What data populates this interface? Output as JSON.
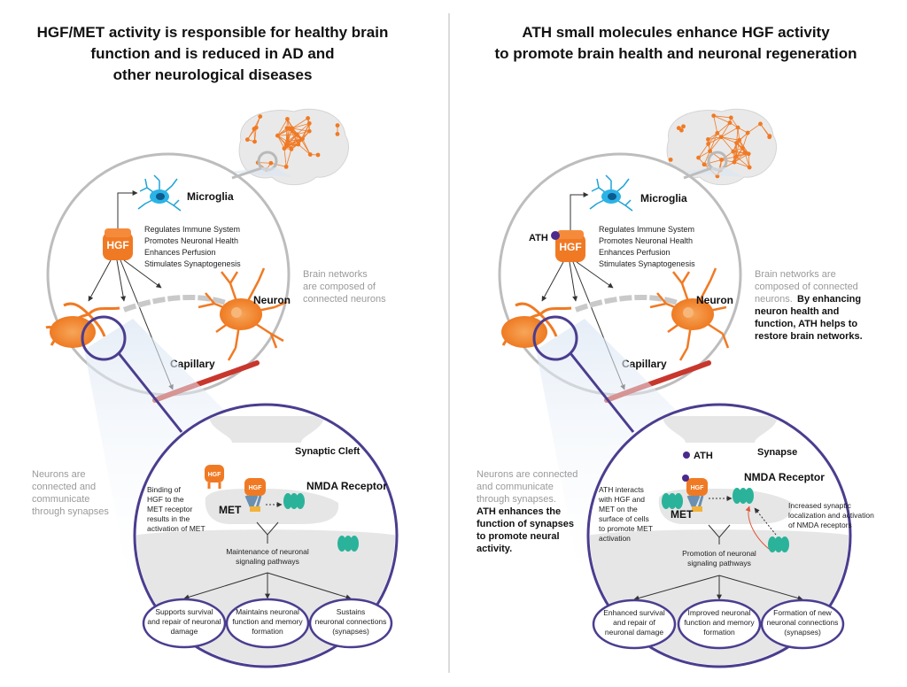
{
  "left": {
    "title": "HGF/MET activity is responsible for healthy brain function and is reduced in AD and other neurological diseases",
    "microglia": "Microglia",
    "hgf": "HGF",
    "functions": [
      "Regulates Immune System",
      "Promotes Neuronal Health",
      "Enhances Perfusion",
      "Stimulates Synaptogenesis"
    ],
    "neuron": "Neuron",
    "capillary": "Capillary",
    "brain_networks": [
      "Brain networks",
      "are composed of",
      "connected neurons"
    ],
    "neurons_connected": [
      "Neurons are",
      "connected and",
      "communicate",
      "through synapses"
    ],
    "synaptic_cleft": "Synaptic Cleft",
    "nmda": "NMDA Receptor",
    "met": "MET",
    "hgf_small": "HGF",
    "binding": [
      "Binding of",
      "HGF to the",
      "MET receptor",
      "results in the",
      "activation of MET"
    ],
    "maintenance": [
      "Maintenance of neuronal",
      "signaling pathways"
    ],
    "outcomes": [
      [
        "Supports survival",
        "and repair of neuronal",
        "damage"
      ],
      [
        "Maintains neuronal",
        "function and memory",
        "formation"
      ],
      [
        "Sustains",
        "neuronal connections",
        "(synapses)"
      ]
    ]
  },
  "right": {
    "title": "ATH small molecules enhance HGF activity to promote brain health and neuronal regeneration",
    "microglia": "Microglia",
    "ath": "ATH",
    "hgf": "HGF",
    "functions": [
      "Regulates Immune System",
      "Promotes Neuronal Health",
      "Enhances Perfusion",
      "Stimulates Synaptogenesis"
    ],
    "neuron": "Neuron",
    "capillary": "Capillary",
    "brain_networks_gray": [
      "Brain networks are",
      "composed of connected",
      "neurons."
    ],
    "brain_networks_bold": [
      "By enhancing",
      "neuron health and",
      "function, ATH helps to",
      "restore brain networks."
    ],
    "neurons_gray": [
      "Neurons are connected",
      "and communicate",
      "through synapses."
    ],
    "neurons_bold": [
      "ATH enhances the",
      "function of synapses",
      "to promote neural",
      "activity."
    ],
    "synapse": "Synapse",
    "ath_label": "ATH",
    "nmda": "NMDA Receptor",
    "met": "MET",
    "hgf_small": "HGF",
    "interacts": [
      "ATH interacts",
      "with HGF and",
      "MET on the",
      "surface of cells",
      "to promote MET",
      "activation"
    ],
    "increased": [
      "Increased synaptic",
      "localization and activation",
      "of NMDA receptors"
    ],
    "promotion": [
      "Promotion of neuronal",
      "signaling pathways"
    ],
    "outcomes": [
      [
        "Enhanced survival",
        "and repair of",
        "neuronal damage"
      ],
      [
        "Improved neuronal",
        "function and memory",
        "formation"
      ],
      [
        "Formation of new",
        "neuronal connections",
        "(synapses)"
      ]
    ]
  },
  "colors": {
    "orange": "#f07a24",
    "purple": "#4b3d8f",
    "teal": "#2ab39a",
    "gray_text": "#9a9a9a",
    "gray_fill": "#e6e6e6",
    "microglia_blue": "#1ea3d8",
    "capillary_red": "#c8372d"
  }
}
